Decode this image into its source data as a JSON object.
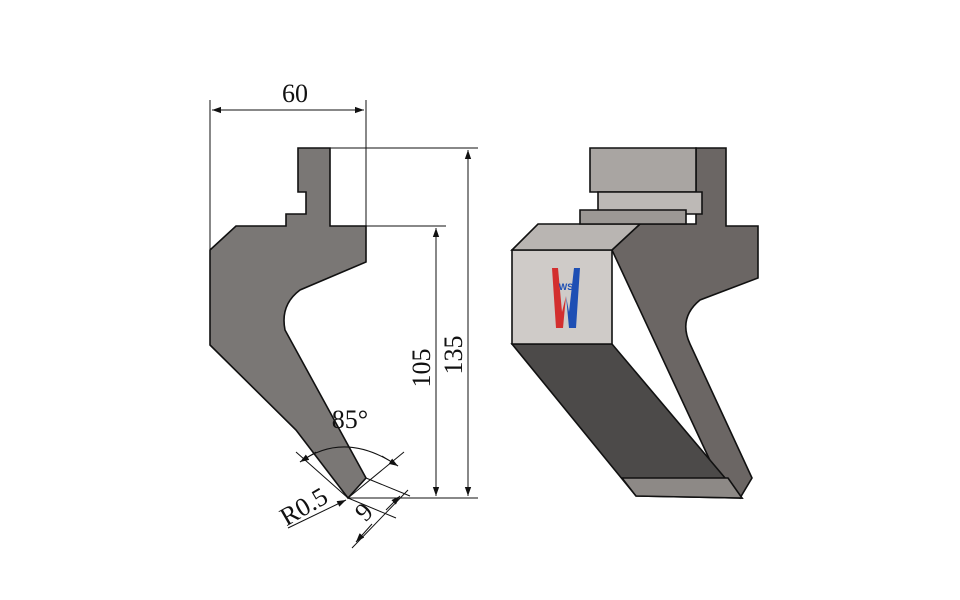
{
  "dimensions": {
    "width_top": "60",
    "height_lower": "105",
    "height_total": "135",
    "tip_angle": "85°",
    "tip_radius": "R0.5",
    "tip_width": "9"
  },
  "logo": {
    "letters": "WS",
    "colors": {
      "left": "#d32f2f",
      "right": "#1e4fb4"
    }
  },
  "colors": {
    "profile_fill": "#7a7775",
    "iso_front": "#cfcbc8",
    "iso_side": "#6b6664",
    "iso_bottom": "#4c4a49",
    "iso_top_block": "#a9a5a2",
    "outline": "#111111"
  }
}
